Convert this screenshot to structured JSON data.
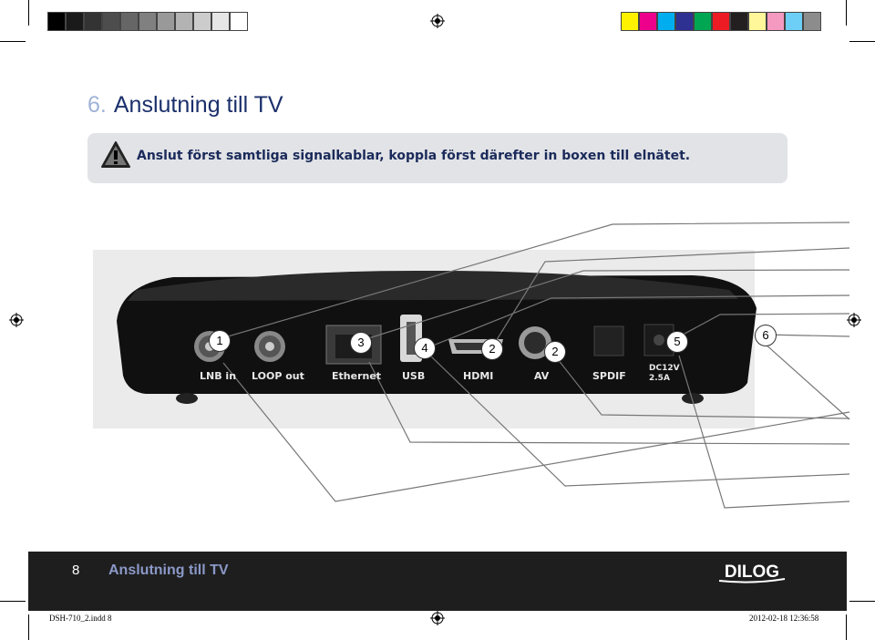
{
  "colors": {
    "title_number": "#9fb3d8",
    "title_text": "#1b2f6b",
    "panel_bg": "#e2e3e6",
    "footer_bg": "#1e1e1e",
    "footer_title": "#8b99c8"
  },
  "gray_bar": [
    "#000000",
    "#1a1a1a",
    "#333333",
    "#4d4d4d",
    "#666666",
    "#808080",
    "#999999",
    "#b3b3b3",
    "#cccccc",
    "#e6e6e6",
    "#ffffff"
  ],
  "color_bar": [
    "#fff200",
    "#ec008c",
    "#00aeef",
    "#2e3192",
    "#00a651",
    "#ed1c24",
    "#231f20",
    "#fff799",
    "#f49ac1",
    "#6dcff6",
    "#8c8c8c"
  ],
  "heading": {
    "number": "6.",
    "text": "Anslutning till TV"
  },
  "warning": {
    "icon": "warning-triangle-icon",
    "text": "Anslut först samtliga signalkablar, koppla först därefter in boxen till elnätet."
  },
  "ports": {
    "lnb": "LNB in",
    "loop": "LOOP out",
    "ethernet": "Ethernet",
    "usb": "USB",
    "hdmi": "HDMI",
    "av": "AV",
    "spdif": "SPDIF",
    "dc_line1": "DC12V",
    "dc_line2": "2.5A"
  },
  "callouts": [
    "1",
    "3",
    "4",
    "2",
    "2",
    "5",
    "6"
  ],
  "footer": {
    "page_number": "8",
    "section_title": "Anslutning till TV",
    "logo_text": "DILOG"
  },
  "slug": {
    "file": "DSH-710_2.indd   8",
    "timestamp": "2012-02-18   12:36:58"
  }
}
